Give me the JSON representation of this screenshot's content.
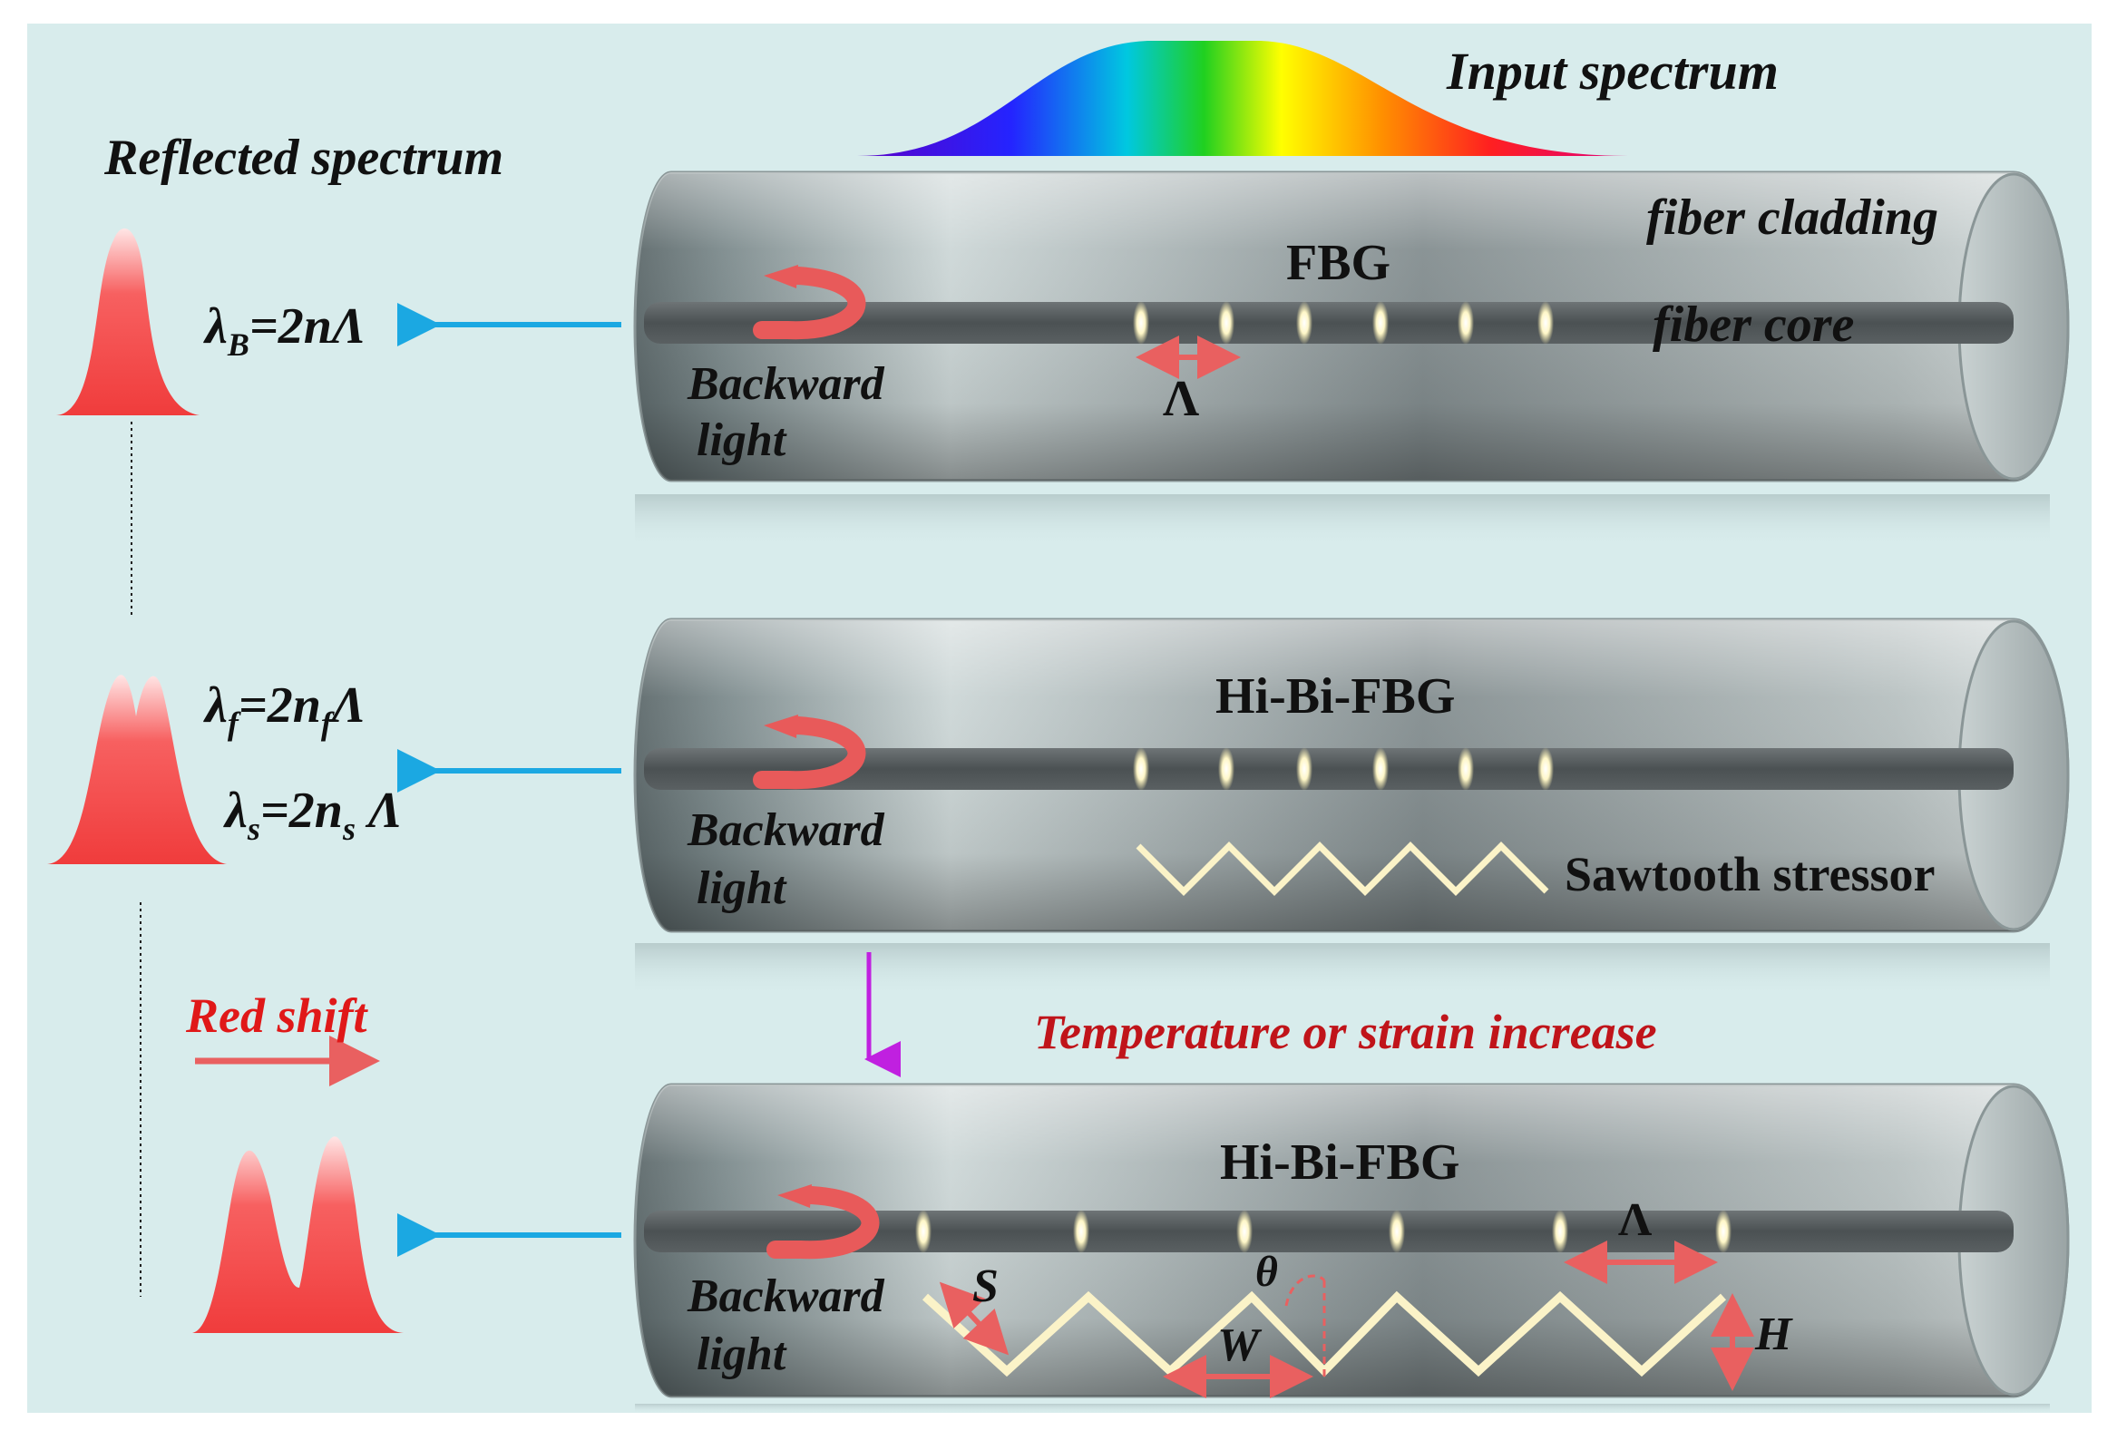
{
  "colors": {
    "background": "#d8ecec",
    "arrow_blue": "#1ba8e2",
    "red_accent": "#e01818",
    "peak_red": "#f04040",
    "coral": "#e96060",
    "purple": "#c020e0",
    "stressor": "#fbf3c8"
  },
  "labels": {
    "input_spectrum": "Input spectrum",
    "reflected_spectrum": "Reflected spectrum",
    "fiber_cladding": "fiber cladding",
    "fiber_core": "fiber core",
    "fbg": "FBG",
    "hibi_fbg": "Hi-Bi-FBG",
    "backward": "Backward",
    "light": "light",
    "lambda": "Λ",
    "sawtooth_stressor": "Sawtooth stressor",
    "red_shift": "Red shift",
    "temperature_increase": "Temperature or strain increase",
    "s": "S",
    "w": "W",
    "h": "H",
    "theta": "θ"
  },
  "equations": {
    "bragg": {
      "lambda": "λ",
      "sub": "B",
      "rest": "=2nΛ"
    },
    "fast": {
      "lambda": "λ",
      "sub": "f",
      "mid": "=2n",
      "sub2": "f",
      "end": "Λ"
    },
    "slow": {
      "lambda": "λ",
      "sub": "s",
      "mid": "=2n",
      "sub2": "s",
      "end": " Λ"
    }
  },
  "icons": [
    "curved-arrow-icon",
    "double-arrow-icon",
    "left-arrow-icon",
    "down-arrow-icon"
  ]
}
